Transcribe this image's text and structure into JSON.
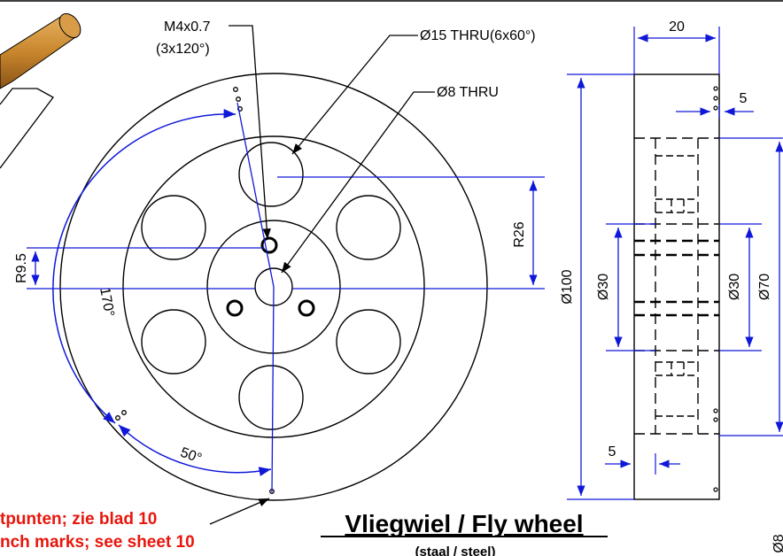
{
  "labels": {
    "thread": "M4x0.7",
    "thread_pattern": "(3x120°)",
    "hole15": "Ø15 THRU(6x60°)",
    "hole8": "Ø8 THRU"
  },
  "dimensions": {
    "width_20": "20",
    "top_5": "5",
    "bottom_5": "5",
    "dia100": "Ø100",
    "dia30_left": "Ø30",
    "dia30_right": "Ø30",
    "dia70": "Ø70",
    "r26": "R26",
    "r95": "R9.5",
    "angle170": "170°",
    "angle50": "50°",
    "corner_ø8": "Ø8"
  },
  "notes": {
    "punch_nl": "tpunten; zie blad 10",
    "punch_en": "nch marks; see sheet 10"
  },
  "title": {
    "main": "Vliegwiel / Fly wheel",
    "material": "(staal / steel)"
  },
  "colors": {
    "line": "#000000",
    "dimension": "#1018d8",
    "note": "#e8160c",
    "rod": "#c8862c"
  }
}
